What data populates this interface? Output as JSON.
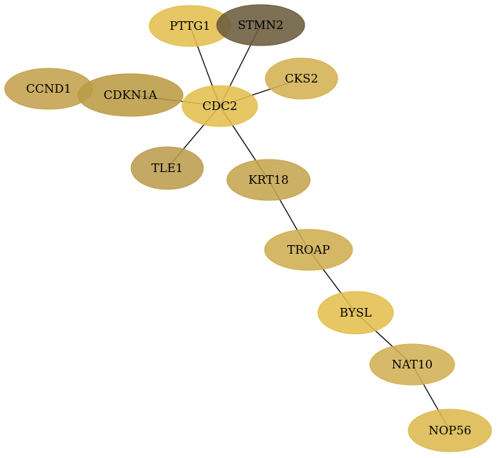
{
  "nodes": [
    {
      "id": "CDC2",
      "label": "CDC2",
      "color": "#e2bf4e"
    },
    {
      "id": "PTTG1",
      "label": "PTTG1",
      "color": "#e2bf4e"
    },
    {
      "id": "STMN2",
      "label": "STMN2",
      "color": "#6b5c3c"
    },
    {
      "id": "CKS2",
      "label": "CKS2",
      "color": "#d4b152"
    },
    {
      "id": "CCND1",
      "label": "CCND1",
      "color": "#c3a24d"
    },
    {
      "id": "CDKN1A",
      "label": "CDKN1A",
      "color": "#bb9c44"
    },
    {
      "id": "TLE1",
      "label": "TLE1",
      "color": "#bb9d4f"
    },
    {
      "id": "KRT18",
      "label": "KRT18",
      "color": "#c5a54f"
    },
    {
      "id": "TROAP",
      "label": "TROAP",
      "color": "#cfae51"
    },
    {
      "id": "BYSL",
      "label": "BYSL",
      "color": "#e2bf4e"
    },
    {
      "id": "NAT10",
      "label": "NAT10",
      "color": "#d1b054"
    },
    {
      "id": "NOP56",
      "label": "NOP56",
      "color": "#dcb94f"
    }
  ],
  "edges": [
    {
      "from": "PTTG1",
      "to": "CDC2"
    },
    {
      "from": "STMN2",
      "to": "CDC2"
    },
    {
      "from": "CKS2",
      "to": "CDC2"
    },
    {
      "from": "CDKN1A",
      "to": "CDC2"
    },
    {
      "from": "TLE1",
      "to": "CDC2"
    },
    {
      "from": "KRT18",
      "to": "CDC2"
    },
    {
      "from": "KRT18",
      "to": "TROAP"
    },
    {
      "from": "TROAP",
      "to": "BYSL"
    },
    {
      "from": "BYSL",
      "to": "NAT10"
    },
    {
      "from": "NAT10",
      "to": "NOP56"
    }
  ]
}
